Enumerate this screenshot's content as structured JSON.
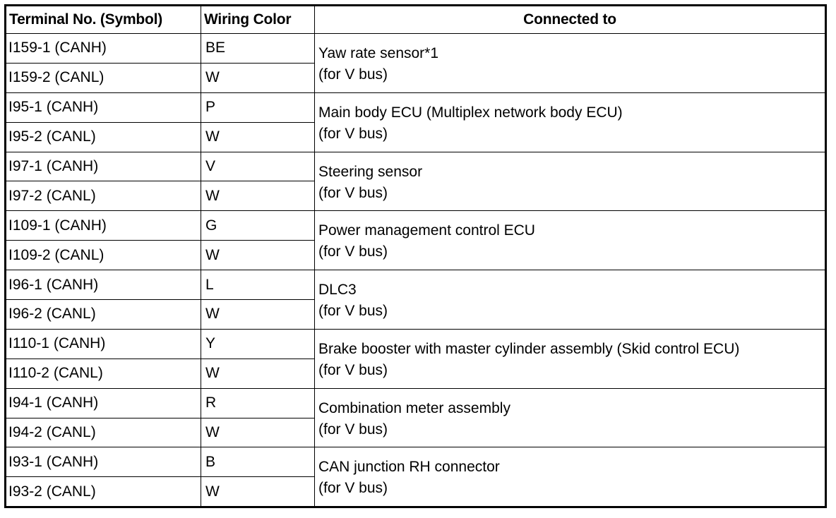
{
  "headers": {
    "terminal": "Terminal No. (Symbol)",
    "wiring_color": "Wiring Color",
    "connected_to": "Connected to"
  },
  "groups": [
    {
      "rows": [
        {
          "terminal": "I159-1 (CANH)",
          "color": "BE"
        },
        {
          "terminal": "I159-2 (CANL)",
          "color": "W"
        }
      ],
      "connected_to": "Yaw rate sensor*1",
      "note": "(for V bus)"
    },
    {
      "rows": [
        {
          "terminal": "I95-1 (CANH)",
          "color": "P"
        },
        {
          "terminal": "I95-2 (CANL)",
          "color": "W"
        }
      ],
      "connected_to": "Main body ECU (Multiplex network body ECU)",
      "note": "(for V bus)"
    },
    {
      "rows": [
        {
          "terminal": "I97-1 (CANH)",
          "color": "V"
        },
        {
          "terminal": "I97-2 (CANL)",
          "color": "W"
        }
      ],
      "connected_to": "Steering sensor",
      "note": "(for V bus)"
    },
    {
      "rows": [
        {
          "terminal": "I109-1 (CANH)",
          "color": "G"
        },
        {
          "terminal": "I109-2 (CANL)",
          "color": "W"
        }
      ],
      "connected_to": "Power management control ECU",
      "note": "(for V bus)"
    },
    {
      "rows": [
        {
          "terminal": "I96-1 (CANH)",
          "color": "L"
        },
        {
          "terminal": "I96-2 (CANL)",
          "color": "W"
        }
      ],
      "connected_to": "DLC3",
      "note": "(for V bus)"
    },
    {
      "rows": [
        {
          "terminal": "I110-1 (CANH)",
          "color": "Y"
        },
        {
          "terminal": "I110-2 (CANL)",
          "color": "W"
        }
      ],
      "connected_to": "Brake booster with master cylinder assembly (Skid control ECU)",
      "note": "(for V bus)"
    },
    {
      "rows": [
        {
          "terminal": "I94-1 (CANH)",
          "color": "R"
        },
        {
          "terminal": "I94-2 (CANL)",
          "color": "W"
        }
      ],
      "connected_to": "Combination meter assembly",
      "note": "(for V bus)"
    },
    {
      "rows": [
        {
          "terminal": "I93-1 (CANH)",
          "color": "B"
        },
        {
          "terminal": "I93-2 (CANL)",
          "color": "W"
        }
      ],
      "connected_to": "CAN junction RH connector",
      "note": "(for V bus)"
    }
  ]
}
